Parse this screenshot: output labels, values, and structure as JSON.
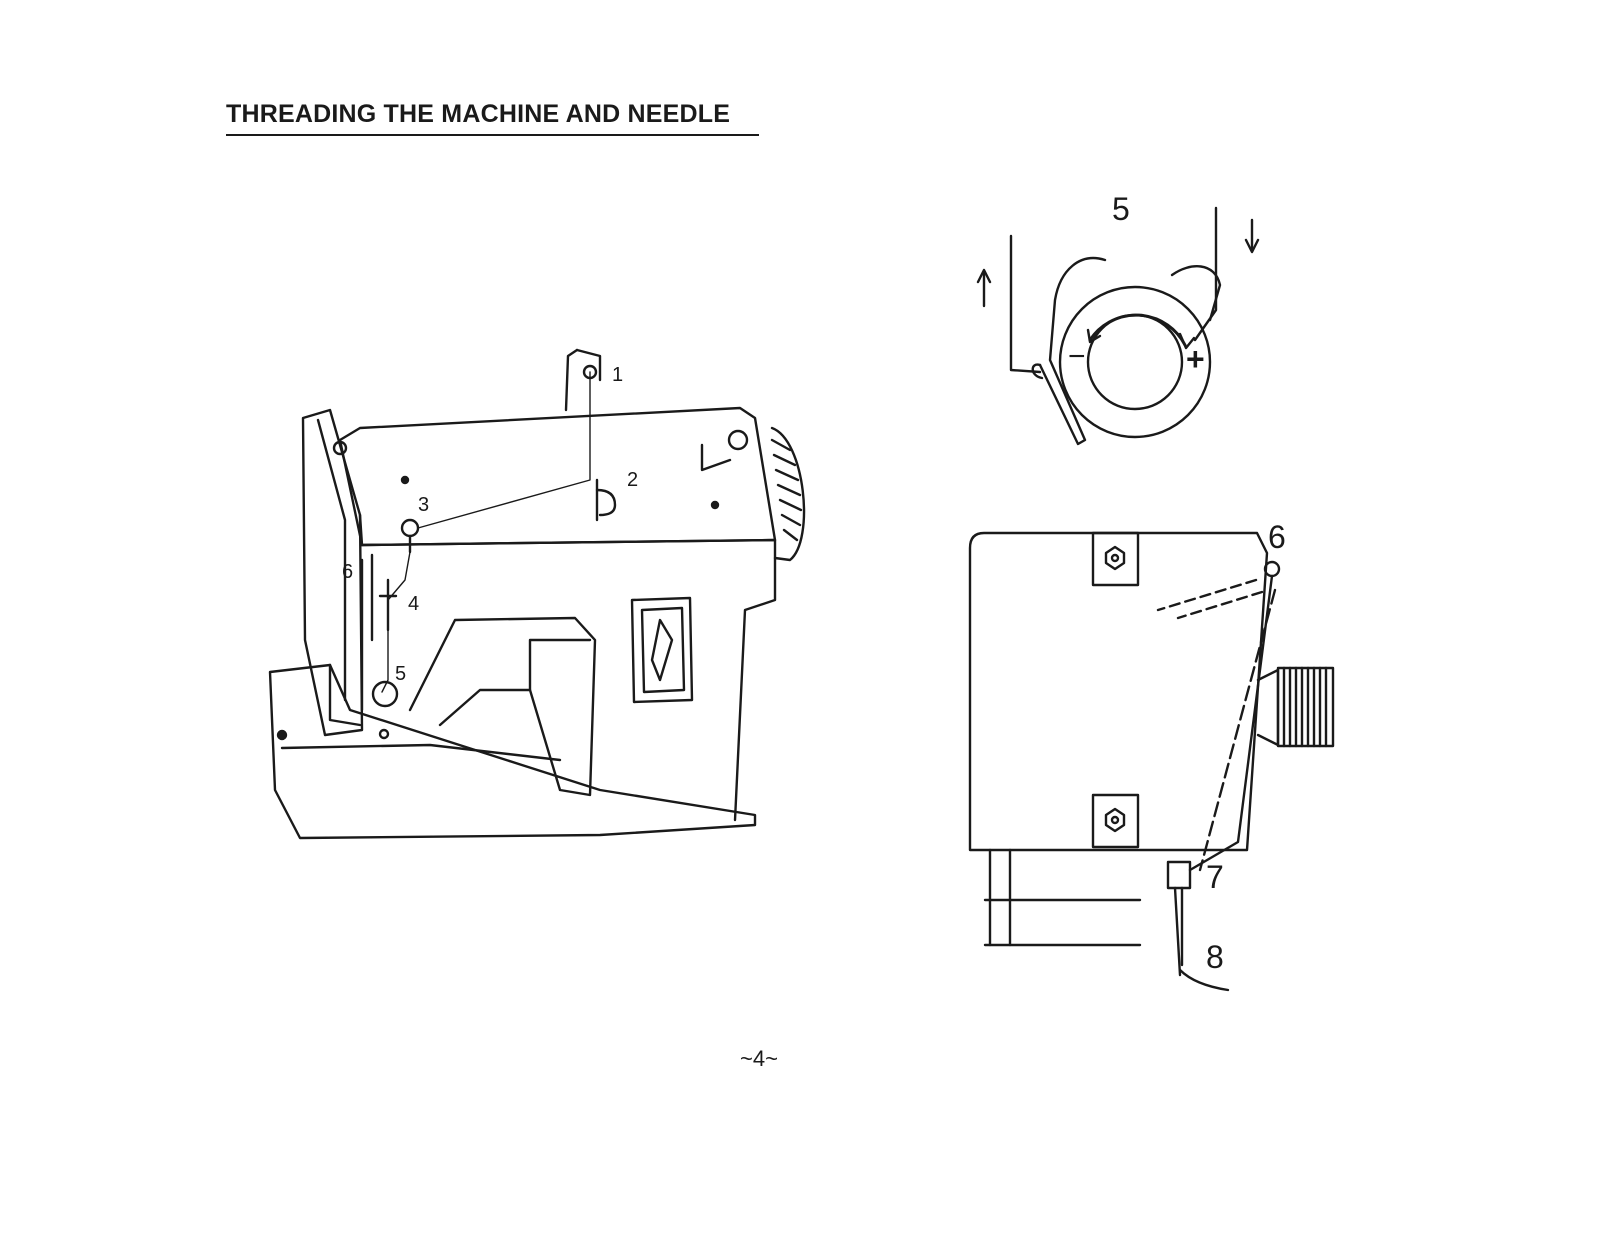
{
  "title": "THREADING THE MACHINE AND NEEDLE",
  "page_number": "~4~",
  "figure_main": {
    "callouts": [
      "1",
      "2",
      "3",
      "4",
      "5",
      "6"
    ]
  },
  "figure_tension": {
    "callout": "5",
    "minus_sign": "−",
    "plus_sign": "+"
  },
  "figure_needle": {
    "callouts": [
      "6",
      "7",
      "8"
    ]
  }
}
